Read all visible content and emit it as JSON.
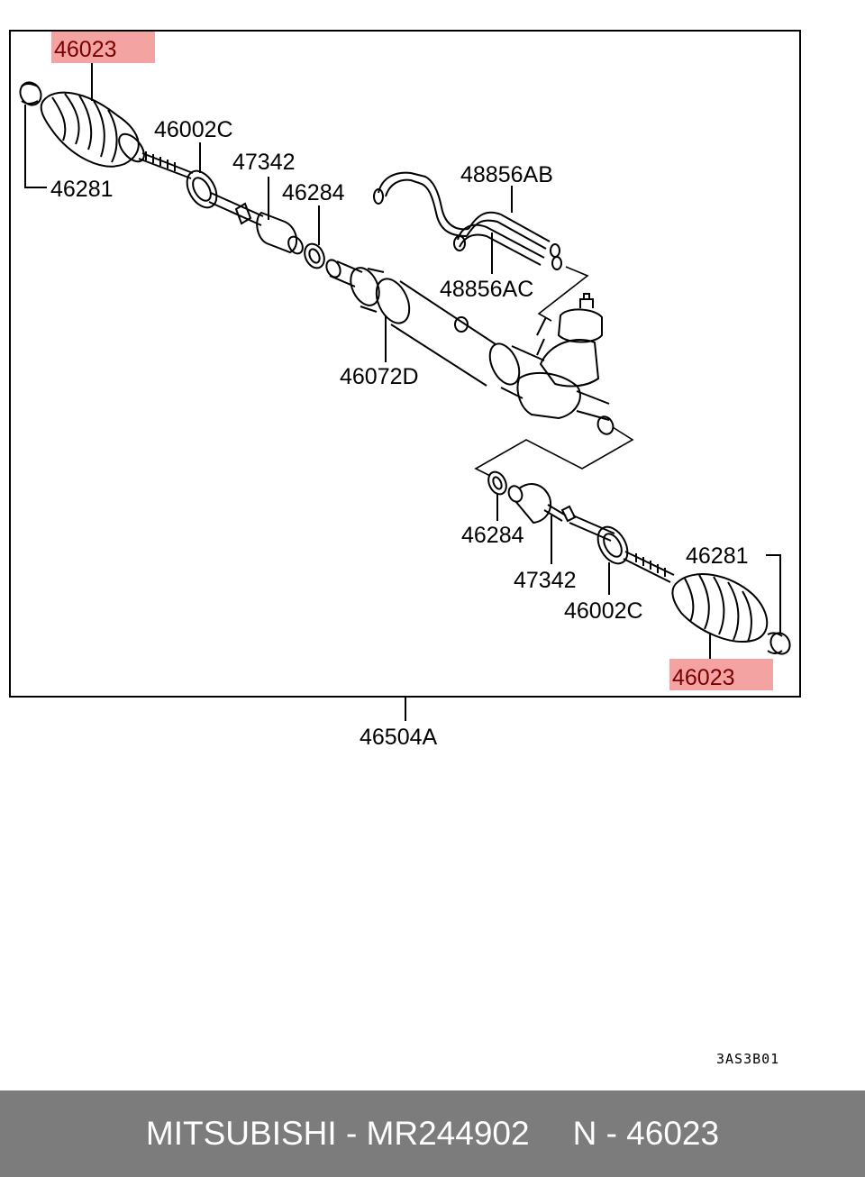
{
  "colors": {
    "highlight": "#f4a3a3",
    "highlight_text": "#7a0000",
    "footer_bg": "#7c7c7c",
    "footer_text": "#ffffff"
  },
  "diagram": {
    "labels": {
      "boot_left": "46023",
      "band_left": "46281",
      "clip_left": "46002C",
      "tierod_end_left": "47342",
      "ring_left": "46284",
      "line_ab": "48856AB",
      "line_ac": "48856AC",
      "rack_housing": "46072D",
      "ring_right": "46284",
      "tierod_end_right": "47342",
      "clip_right": "46002C",
      "band_right": "46281",
      "boot_right": "46023",
      "assembly": "46504A"
    },
    "drawing_code": "3AS3B01"
  },
  "footer": {
    "brand_part": "MITSUBISHI - MR244902",
    "ref": "N - 46023"
  }
}
